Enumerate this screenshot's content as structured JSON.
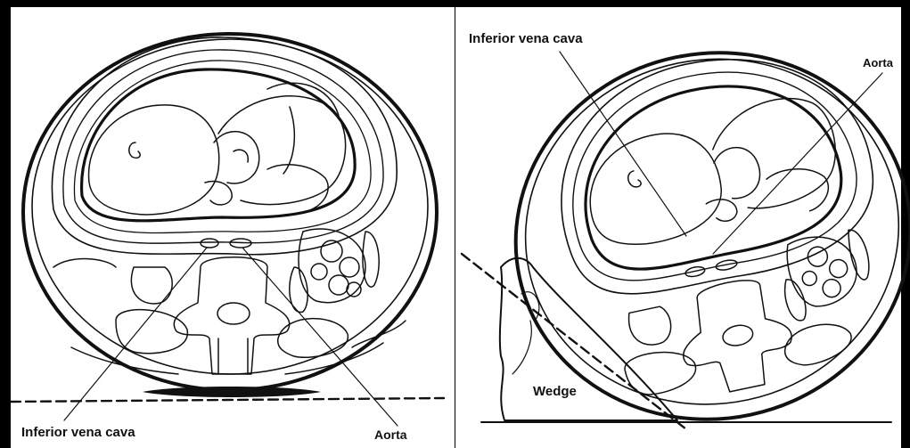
{
  "colors": {
    "frame": "#000000",
    "paper": "#ffffff",
    "ink": "#111111"
  },
  "panel_left": {
    "label_ivc": "Inferior vena cava",
    "label_aorta": "Aorta"
  },
  "panel_right": {
    "label_ivc": "Inferior vena cava",
    "label_aorta": "Aorta",
    "label_wedge": "Wedge"
  }
}
